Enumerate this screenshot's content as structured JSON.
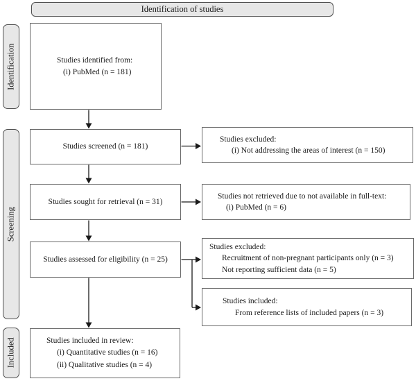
{
  "banner": {
    "label": "Identification of studies"
  },
  "stages": [
    {
      "label": "Identification"
    },
    {
      "label": "Screening"
    },
    {
      "label": "Included"
    }
  ],
  "boxes": {
    "identified": {
      "title": "Studies identified from:",
      "items": [
        "(i) PubMed (n = 181)"
      ]
    },
    "screened": {
      "label": "Studies screened (n = 181)"
    },
    "sought": {
      "label": "Studies sought for retrieval (n = 31)"
    },
    "assessed": {
      "label": "Studies assessed for eligibility (n = 25)"
    },
    "included_review": {
      "title": "Studies included in review:",
      "items": [
        "(i) Quantitative studies (n = 16)",
        "(ii) Qualitative studies (n = 4)"
      ]
    },
    "excluded_screening": {
      "title": "Studies excluded:",
      "items": [
        "(i) Not addressing the areas of interest (n = 150)"
      ]
    },
    "not_retrieved": {
      "title": "Studies not retrieved due to not available in full-text:",
      "items": [
        "(i) PubMed (n = 6)"
      ]
    },
    "excluded_eligibility": {
      "title": "Studies excluded:",
      "items": [
        "Recruitment of non-pregnant participants only (n = 3)",
        "Not reporting sufficient data (n = 5)"
      ]
    },
    "included_reference": {
      "title": "Studies included:",
      "items": [
        "From reference lists of included papers (n = 3)"
      ]
    }
  },
  "colors": {
    "panel_fill": "#e7e7e7",
    "panel_border": "#4f4f4f",
    "box_border": "#6a6a6a",
    "arrow": "#1a1a1a",
    "text": "#1a1a1a"
  }
}
